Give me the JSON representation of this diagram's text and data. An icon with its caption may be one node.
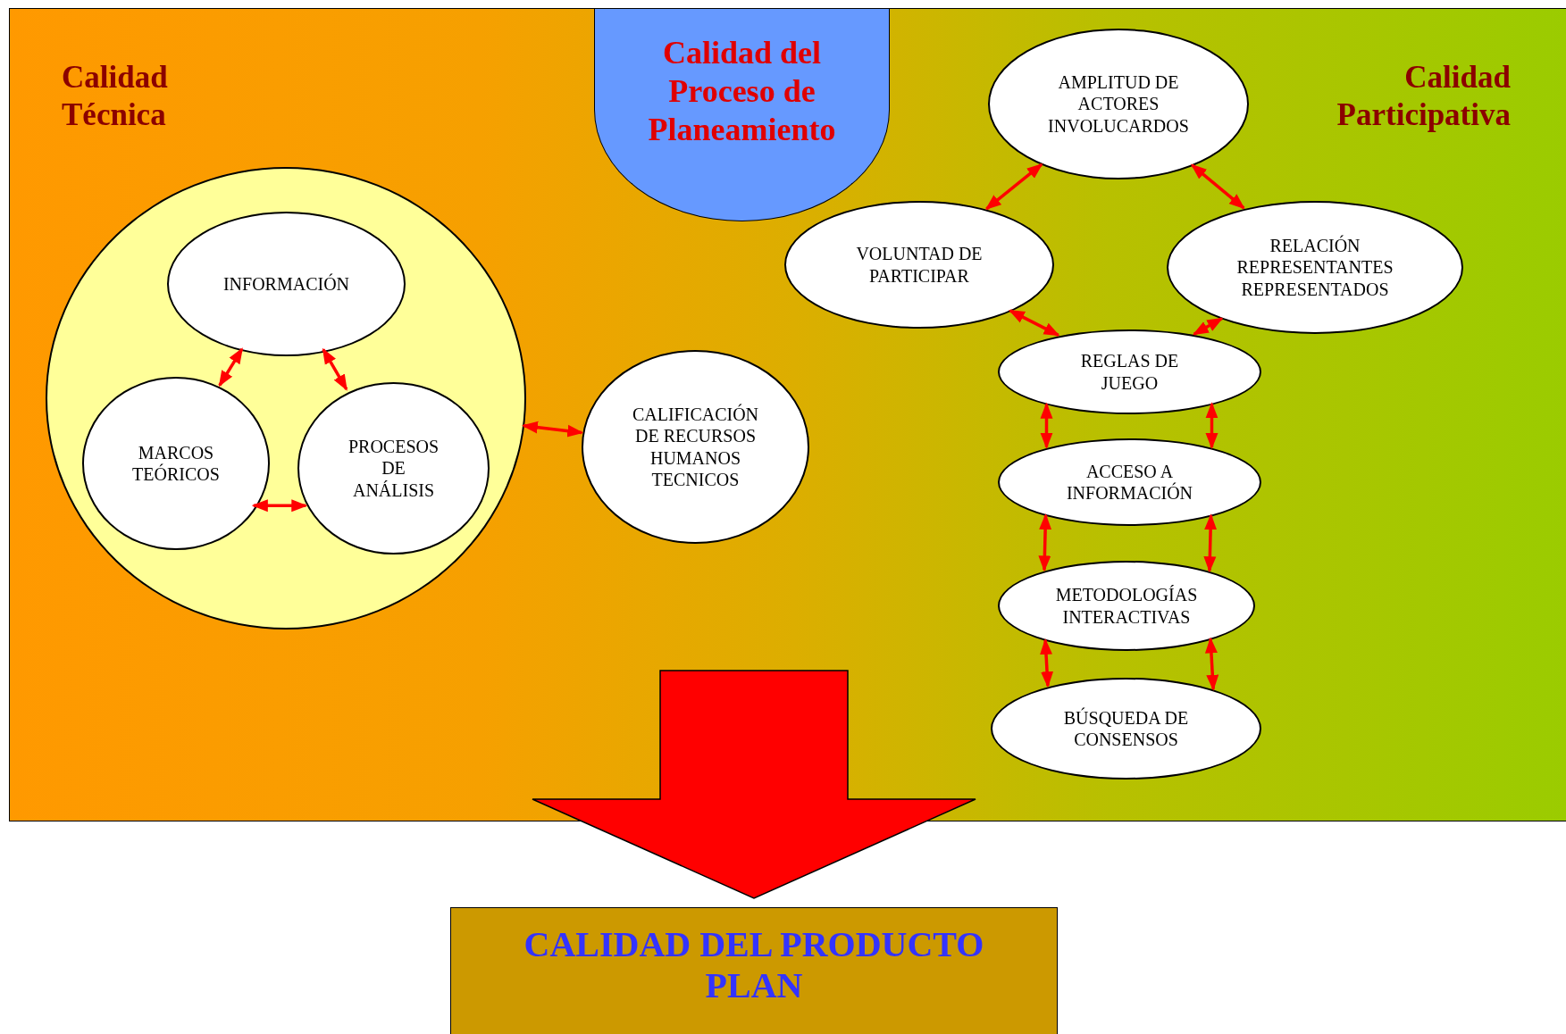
{
  "diagram": {
    "nodes": [
      {
        "text": [
          "Calidad Técnica",
          "Calidad Participativa"
        ]
      },
      {
        "text": [
          "Calidad del Proceso de Planeamiento"
        ],
        "in": 0
      },
      {
        "text": [],
        "shape": "circle",
        "in": 0
      },
      {
        "text": [
          "INFORMACIÓN"
        ],
        "in": 2
      },
      {
        "text": [
          "MARCOS TEÓRICOS"
        ],
        "in": 2
      },
      {
        "text": [
          "PROCESOS DE ANÁLISIS"
        ],
        "in": 2
      },
      {
        "text": [
          "CALIFICACIÓN DE RECURSOS HUMANOS TECNICOS"
        ],
        "in": 0
      },
      {
        "text": [
          "AMPLITUD DE ACTORES INVOLUCARDOS"
        ],
        "in": 0
      },
      {
        "text": [
          "VOLUNTAD DE PARTICIPAR"
        ],
        "in": 0
      },
      {
        "text": [
          "RELACIÓN REPRESENTANTES REPRESENTADOS"
        ],
        "in": 0
      },
      {
        "text": [
          "REGLAS DE JUEGO"
        ],
        "in": 0
      },
      {
        "text": [
          "ACCESO A INFORMACIÓN"
        ],
        "in": 0
      },
      {
        "text": [
          "METODOLOGÍAS INTERACTIVAS"
        ],
        "in": 0
      },
      {
        "text": [
          "BÚSQUEDA DE CONSENSOS"
        ],
        "in": 0
      },
      {
        "text": [
          "CALIDAD DEL PRODUCTO PLAN"
        ]
      }
    ],
    "edges": [
      {
        "from": 3,
        "to": 4,
        "arrow": "both"
      },
      {
        "from": 3,
        "to": 5,
        "arrow": "both"
      },
      {
        "from": 4,
        "to": 5,
        "arrow": "both"
      },
      {
        "from": 2,
        "to": 6,
        "arrow": "both"
      },
      {
        "from": 7,
        "to": 8,
        "arrow": "both"
      },
      {
        "from": 7,
        "to": 9,
        "arrow": "both"
      },
      {
        "from": 8,
        "to": 10,
        "arrow": "both"
      },
      {
        "from": 9,
        "to": 10,
        "arrow": "both"
      },
      {
        "from": 10,
        "to": 11,
        "arrow": "both"
      },
      {
        "from": 10,
        "to": 11,
        "arrow": "both"
      },
      {
        "from": 11,
        "to": 12,
        "arrow": "both"
      },
      {
        "from": 11,
        "to": 12,
        "arrow": "both"
      },
      {
        "from": 12,
        "to": 13,
        "arrow": "both"
      },
      {
        "from": 12,
        "to": 13,
        "arrow": "both"
      },
      {
        "from": 0,
        "to": 14,
        "arrow": "to",
        "style": "thick"
      }
    ]
  }
}
